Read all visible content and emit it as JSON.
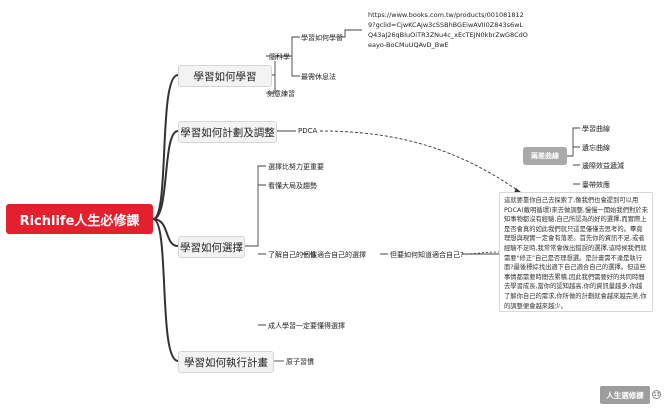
{
  "root": "Richlife人生必修課",
  "branches": {
    "learn": "學習如何學習",
    "plan": "學習如何計劃及調整",
    "choose": "學習如何選擇",
    "execute": "學習如何執行計畫"
  },
  "learn": {
    "brain_science": "腦科學",
    "how_learn": "學習如何學習",
    "url": "https://www.books.com.tw/products/0010818129?gclid=CjwKCAjw3cSSBhBGEiwAVII0Z843s6wLQ43aJ26qBIuOiTR3ZNu4c_xEcTEJN0kbrZwG8CdOeayo-BoCMuUQAvD_BwE",
    "rest": "最需休息法",
    "deliberate": "刻意練習"
  },
  "plan": {
    "pdca": "PDCA",
    "curve_label": "兩差曲線",
    "curve_items": [
      "學習曲線",
      "遺忘曲線",
      "邊際效益遞減",
      "臺帶效應"
    ]
  },
  "choose": {
    "item1": "選擇比努力更重要",
    "item2": "看懂大局及趨勢",
    "item3": "了解自己的個性",
    "item3_sub": "做適合自己的選擇",
    "item3_sub2": "但要如何知道適合自己?",
    "item4": "成人學習一定要懂得選擇",
    "note": "這就要靠你自己去探索了,像我們也會提到可以用PDCA(戴明循環)來去做調整,慢慢一開始我們對於未知事物都沒有經驗,自己所認為的好的選擇,而實際上是否會真的如此我們就只這是僅僅去思考的。畢竟理想與現實一定會有落差。首先你的資訊不足,或者經驗不足時,我常常會做出錯誤的選擇,這時候我們就需要\"修正\"自己是否理想選。是計畫需不達是執行面?最後標綜找出適下自己適合自己的選擇。但這些事情都需要時間去累積,因此我們需要好的共同時間去學習成長,當你的認知越高,你的資訊量越多,你越了解你自己的需求,你所做的計劃就會越來越完美,你的調整便會越來越少。"
  },
  "execute": {
    "item1": "原子習慣"
  },
  "brand": {
    "label": "人生選修課",
    "count": "13"
  }
}
